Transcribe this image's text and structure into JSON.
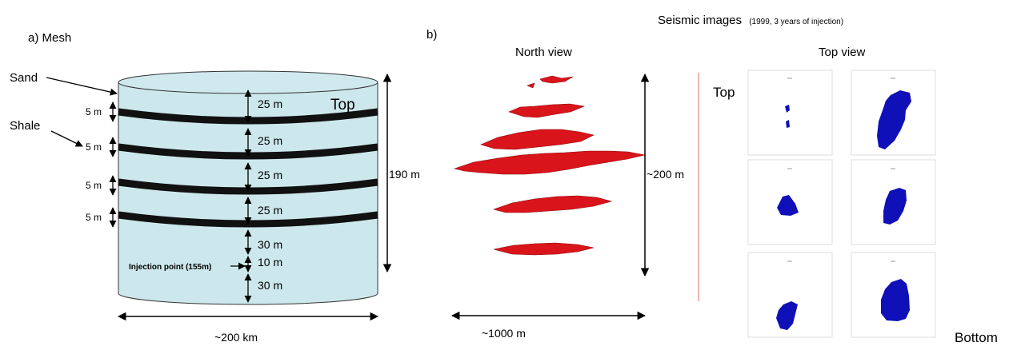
{
  "panel_a": {
    "label": "a)  Mesh",
    "sand_label": "Sand",
    "shale_label": "Shale",
    "top_label": "Top",
    "shale_thickness": [
      "5 m",
      "5 m",
      "5 m",
      "5 m"
    ],
    "layers": [
      "25 m",
      "25 m",
      "25 m",
      "25 m",
      "30 m",
      "10 m",
      "30 m"
    ],
    "injection_label": "Injection point (155m)",
    "height_label": "190 m",
    "width_label": "~200 km",
    "colors": {
      "cylinder_fill": "#cce8ec",
      "shale": "#111111",
      "outline": "#333333"
    }
  },
  "panel_b": {
    "label": "b)",
    "title": "Seismic images",
    "subtitle": "(1999, 3 years of injection)",
    "north_view_title": "North view",
    "top_view_title": "Top view",
    "height_label": "~200 m",
    "width_label": "~1000 m",
    "top_label": "Top",
    "bottom_label": "Bottom",
    "colors": {
      "plume_red": "#d9141a",
      "plume_blue": "#1010b8",
      "divider": "#e06a6a",
      "panel_border": "#dddddd"
    }
  }
}
